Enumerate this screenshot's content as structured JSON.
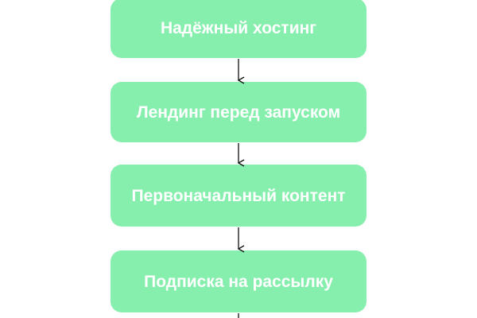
{
  "flowchart": {
    "steps": [
      {
        "label": "Надёжный хостинг"
      },
      {
        "label": "Лендинг перед запуском"
      },
      {
        "label": "Первоначальный контент"
      },
      {
        "label": "Подписка на рассылку"
      }
    ]
  },
  "colors": {
    "box_fill": "#86efad",
    "box_text": "#ffffff",
    "arrow": "#111111"
  }
}
